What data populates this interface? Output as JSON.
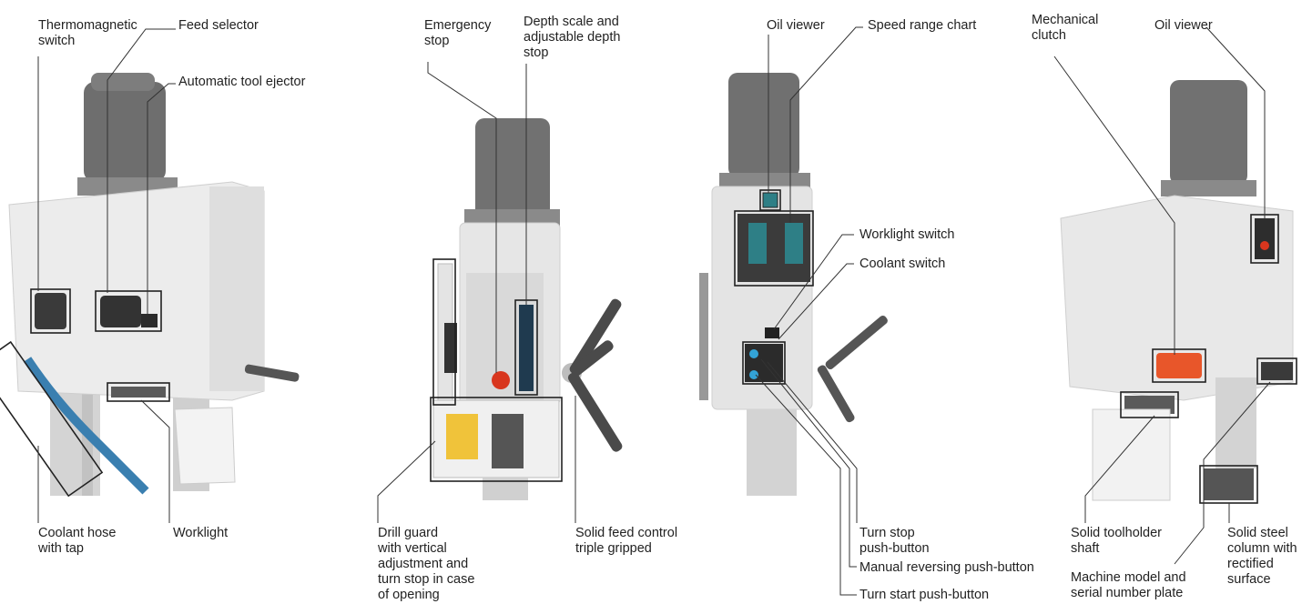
{
  "labels": {
    "thermomagnetic_switch": "Thermomagnetic\nswitch",
    "feed_selector": "Feed selector",
    "automatic_tool_ejector": "Automatic tool ejector",
    "coolant_hose": "Coolant hose\nwith tap",
    "worklight": "Worklight",
    "emergency_stop": "Emergency\nstop",
    "depth_scale": "Depth scale and\nadjustable depth\nstop",
    "drill_guard": "Drill guard\nwith vertical\nadjustment and\nturn stop in case\nof opening",
    "solid_feed_control": "Solid feed control\ntriple gripped",
    "oil_viewer_3": "Oil viewer",
    "speed_range_chart": "Speed range chart",
    "worklight_switch": "Worklight switch",
    "coolant_switch": "Coolant switch",
    "turn_stop_button": "Turn stop\npush-button",
    "manual_reversing_button": "Manual reversing push-button",
    "turn_start_button": "Turn start push-button",
    "mechanical_clutch": "Mechanical\nclutch",
    "oil_viewer_4": "Oil viewer",
    "solid_toolholder_shaft": "Solid toolholder\nshaft",
    "machine_plate": "Machine model and\nserial number plate",
    "solid_steel_column": "Solid steel\ncolumn with\nrectified\nsurface"
  },
  "colors": {
    "machine_body": "#e9e9e9",
    "motor": "#6f6f6f",
    "column": "#d2d2d2",
    "emergency_red": "#d8361e",
    "clutch_orange": "#e8562a",
    "hose_blue": "#3a7fb0",
    "coolant_yellow": "#f0c33a",
    "indicator_cyan": "#33a3d6"
  }
}
